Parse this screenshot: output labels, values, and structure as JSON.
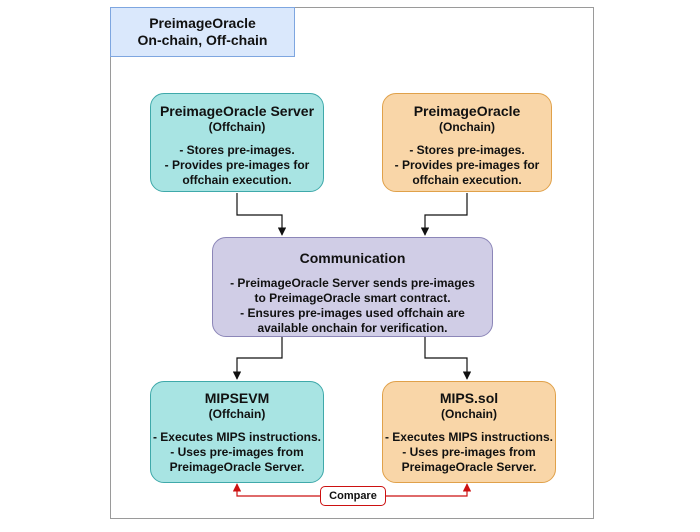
{
  "title": {
    "line1": "PreimageOracle",
    "line2": "On-chain, Off-chain"
  },
  "nodes": {
    "server": {
      "title": "PreimageOracle Server",
      "subtitle": "(Offchain)",
      "lines": [
        "- Stores pre-images.",
        "- Provides pre-images for",
        "offchain execution."
      ]
    },
    "oracle": {
      "title": "PreimageOracle",
      "subtitle": "(Onchain)",
      "lines": [
        "- Stores pre-images.",
        "- Provides pre-images for",
        "offchain execution."
      ]
    },
    "communication": {
      "title": "Communication",
      "lines": [
        "- PreimageOracle Server sends pre-images",
        "to PreimageOracle smart contract.",
        "- Ensures pre-images used offchain are",
        "available onchain for verification."
      ]
    },
    "mipsevm": {
      "title": "MIPSEVM",
      "subtitle": "(Offchain)",
      "lines": [
        "- Executes MIPS  instructions.",
        "- Uses pre-images from",
        "PreimageOracle  Server."
      ]
    },
    "mipssol": {
      "title": "MIPS.sol",
      "subtitle": "(Onchain)",
      "lines": [
        "- Executes MIPS  instructions.",
        "- Uses pre-images from",
        "PreimageOracle  Server."
      ]
    }
  },
  "compare": {
    "label": "Compare"
  },
  "colors": {
    "offchain_fill": "#a8e4e3",
    "onchain_fill": "#f9d6a8",
    "communication_fill": "#d0cde6",
    "title_fill": "#dae8fc",
    "compare_stroke": "#cc1111"
  }
}
